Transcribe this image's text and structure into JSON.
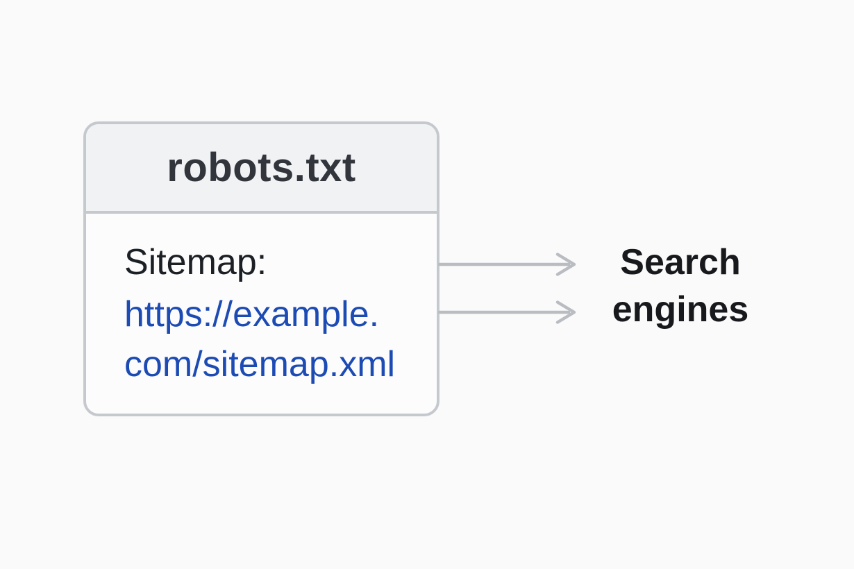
{
  "card": {
    "title": "robots.txt",
    "body": {
      "label": "Sitemap:",
      "link_line1": "https://example.",
      "link_line2": "com/sitemap.xml"
    }
  },
  "target": {
    "line1": "Search",
    "line2": "engines"
  },
  "icons": {
    "arrow_top": "right-arrow-icon",
    "arrow_bottom": "right-arrow-icon"
  },
  "colors": {
    "page_bg": "#fafafa",
    "card_border": "#c5c9ce",
    "card_header_bg": "#f1f2f4",
    "card_body_bg": "#fcfcfd",
    "title_text": "#32363c",
    "body_text": "#1c2024",
    "link_text": "#1c4bb4",
    "arrow": "#b9bdc2",
    "target_text": "#17191c"
  }
}
